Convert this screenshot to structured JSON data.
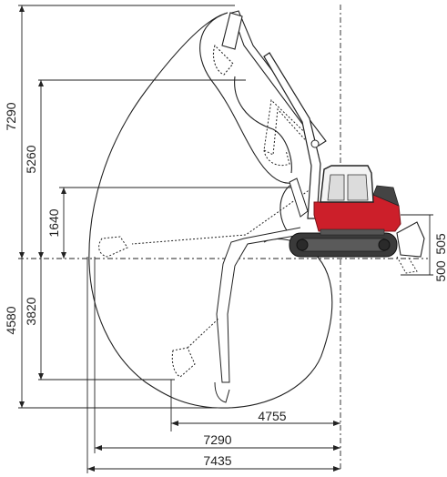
{
  "dimensions": {
    "vertical": {
      "v7290": "7290",
      "v5260": "5260",
      "v1640": "1640",
      "v4580": "4580",
      "v3820": "3820",
      "v505": "505",
      "v500": "500"
    },
    "horizontal": {
      "h4755": "4755",
      "h7290": "7290",
      "h7435": "7435"
    }
  },
  "colors": {
    "body_red": "#cc1f2a",
    "dark": "#333333",
    "line": "#222222"
  }
}
